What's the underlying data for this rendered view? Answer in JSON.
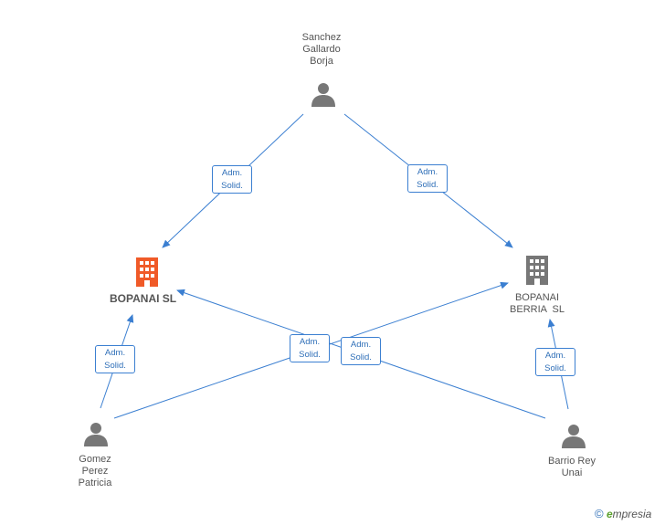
{
  "nodes": {
    "sanchez": {
      "lines": [
        "Sanchez",
        "Gallardo",
        "Borja"
      ]
    },
    "bopanai": {
      "label": "BOPANAI SL"
    },
    "bopanai_berria": {
      "lines": [
        "BOPANAI",
        "BERRIA  SL"
      ]
    },
    "gomez": {
      "lines": [
        "Gomez",
        "Perez",
        "Patricia"
      ]
    },
    "barrio": {
      "lines": [
        "Barrio Rey",
        "Unai"
      ]
    }
  },
  "badge": {
    "line1": "Adm.",
    "line2": "Solid."
  },
  "footer": {
    "copyright": "©",
    "brand_e": "e",
    "brand_rest": "mpresia"
  },
  "colors": {
    "edge": "#3b7fd1",
    "person_icon": "#777777",
    "company_main": "#f05a28",
    "company_other": "#777777"
  }
}
